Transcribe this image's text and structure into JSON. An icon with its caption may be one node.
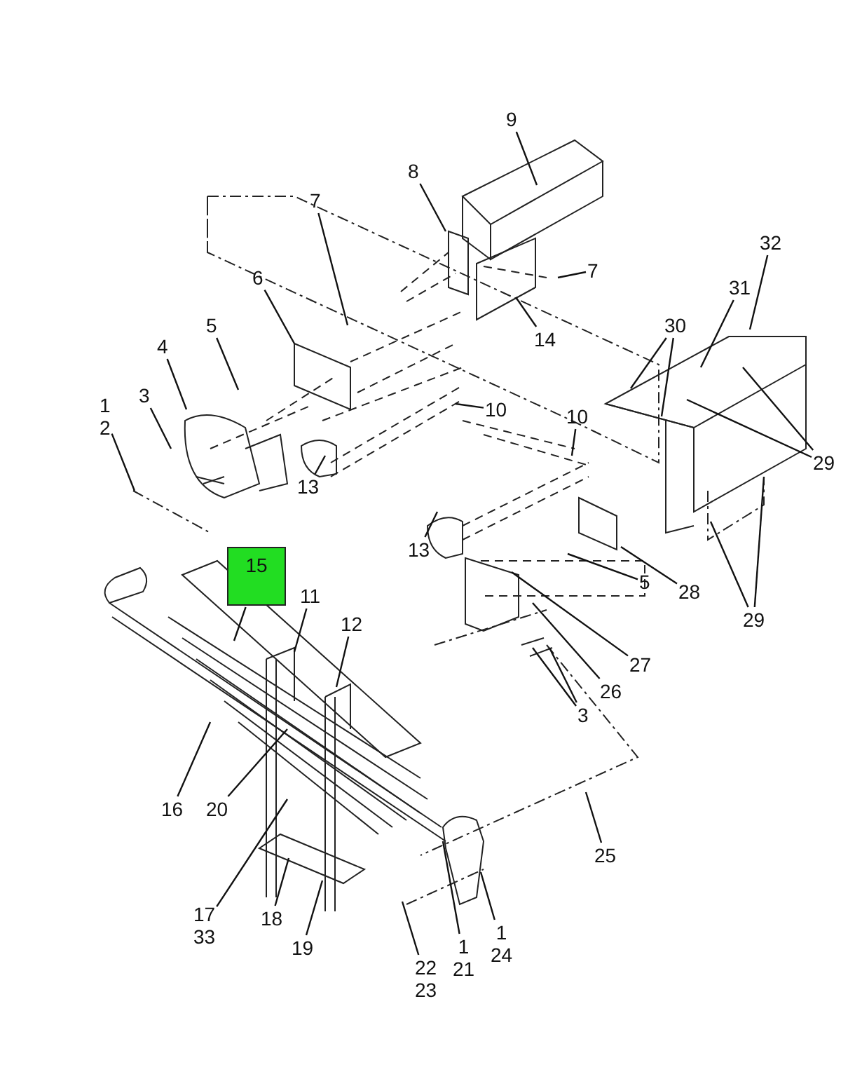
{
  "diagram": {
    "nodes": [
      {
        "text": [
          "9"
        ]
      },
      {
        "text": [
          "8"
        ]
      },
      {
        "text": [
          "7"
        ]
      },
      {
        "text": [
          "32"
        ]
      },
      {
        "text": [
          "6"
        ]
      },
      {
        "text": [
          "7"
        ]
      },
      {
        "text": [
          "31"
        ]
      },
      {
        "text": [
          "30"
        ]
      },
      {
        "text": [
          "14"
        ]
      },
      {
        "text": [
          "4"
        ]
      },
      {
        "text": [
          "5"
        ]
      },
      {
        "text": [
          "10"
        ]
      },
      {
        "text": [
          "1",
          "2"
        ]
      },
      {
        "text": [
          "3"
        ]
      },
      {
        "text": [
          "10"
        ]
      },
      {
        "text": [
          "29"
        ]
      },
      {
        "text": [
          "13"
        ]
      },
      {
        "text": [
          "29"
        ]
      },
      {
        "text": [
          "15"
        ]
      },
      {
        "text": [
          "13"
        ]
      },
      {
        "text": [
          "11"
        ]
      },
      {
        "text": [
          "5"
        ]
      },
      {
        "text": [
          "28"
        ]
      },
      {
        "text": [
          "12"
        ]
      },
      {
        "text": [
          "27"
        ]
      },
      {
        "text": [
          "26"
        ]
      },
      {
        "text": [
          "3"
        ]
      },
      {
        "text": [
          "16"
        ]
      },
      {
        "text": [
          "20"
        ]
      },
      {
        "text": [
          "17",
          "33"
        ]
      },
      {
        "text": [
          "18"
        ]
      },
      {
        "text": [
          "19"
        ]
      },
      {
        "text": [
          "25"
        ]
      },
      {
        "text": [
          "1",
          "21"
        ]
      },
      {
        "text": [
          "1",
          "24"
        ]
      },
      {
        "text": [
          "22",
          "23"
        ]
      }
    ],
    "edges": [
      {
        "from": 0,
        "to": null,
        "arrow": "none"
      },
      {
        "from": 1,
        "to": null,
        "arrow": "none"
      },
      {
        "from": 2,
        "to": null,
        "arrow": "none"
      },
      {
        "from": 3,
        "to": null,
        "arrow": "none"
      },
      {
        "from": 4,
        "to": null,
        "arrow": "none"
      },
      {
        "from": 5,
        "to": null,
        "arrow": "none"
      },
      {
        "from": 6,
        "to": null,
        "arrow": "none"
      },
      {
        "from": 7,
        "to": null,
        "arrow": "none"
      },
      {
        "from": 7,
        "to": null,
        "arrow": "none"
      },
      {
        "from": 8,
        "to": null,
        "arrow": "none"
      },
      {
        "from": 9,
        "to": null,
        "arrow": "none"
      },
      {
        "from": 10,
        "to": null,
        "arrow": "none"
      },
      {
        "from": 11,
        "to": null,
        "arrow": "none"
      },
      {
        "from": 12,
        "to": null,
        "arrow": "none"
      },
      {
        "from": 13,
        "to": null,
        "arrow": "none"
      },
      {
        "from": 14,
        "to": null,
        "arrow": "none"
      },
      {
        "from": 15,
        "to": null,
        "arrow": "none"
      },
      {
        "from": 15,
        "to": null,
        "arrow": "none"
      },
      {
        "from": 16,
        "to": null,
        "arrow": "none"
      },
      {
        "from": 17,
        "to": null,
        "arrow": "none"
      },
      {
        "from": 17,
        "to": null,
        "arrow": "none"
      },
      {
        "from": 18,
        "to": null,
        "arrow": "none"
      },
      {
        "from": 19,
        "to": null,
        "arrow": "none"
      },
      {
        "from": 20,
        "to": null,
        "arrow": "none"
      },
      {
        "from": 21,
        "to": null,
        "arrow": "none"
      },
      {
        "from": 22,
        "to": null,
        "arrow": "none"
      },
      {
        "from": 23,
        "to": null,
        "arrow": "none"
      },
      {
        "from": 24,
        "to": null,
        "arrow": "none"
      },
      {
        "from": 25,
        "to": null,
        "arrow": "none"
      },
      {
        "from": 26,
        "to": null,
        "arrow": "none"
      },
      {
        "from": 26,
        "to": null,
        "arrow": "none"
      },
      {
        "from": 27,
        "to": null,
        "arrow": "none"
      },
      {
        "from": 28,
        "to": null,
        "arrow": "none"
      },
      {
        "from": 29,
        "to": null,
        "arrow": "none"
      },
      {
        "from": 30,
        "to": null,
        "arrow": "none"
      },
      {
        "from": 31,
        "to": null,
        "arrow": "none"
      },
      {
        "from": 32,
        "to": null,
        "arrow": "none"
      },
      {
        "from": 33,
        "to": null,
        "arrow": "none"
      },
      {
        "from": 34,
        "to": null,
        "arrow": "none"
      },
      {
        "from": 35,
        "to": null,
        "arrow": "none"
      }
    ]
  }
}
